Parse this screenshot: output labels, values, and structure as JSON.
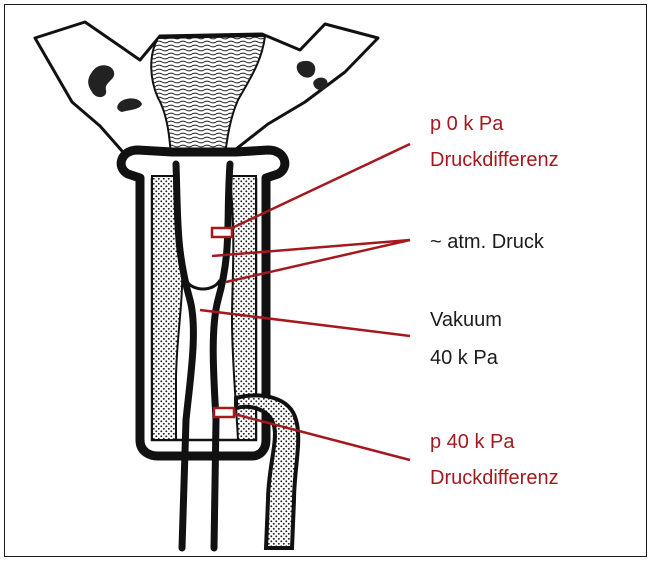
{
  "labels": {
    "top_pressure": "p 0 k Pa",
    "top_difference": "Druckdifferenz",
    "atmospheric": "~ atm. Druck",
    "vacuum": "Vakuum",
    "vacuum_value": "40 k Pa",
    "bottom_pressure": "p 40 k Pa",
    "bottom_difference": "Druckdifferenz"
  },
  "colors": {
    "accent": "#a3191e",
    "text": "#1c1c1c",
    "frame": "#1a1a1a"
  }
}
